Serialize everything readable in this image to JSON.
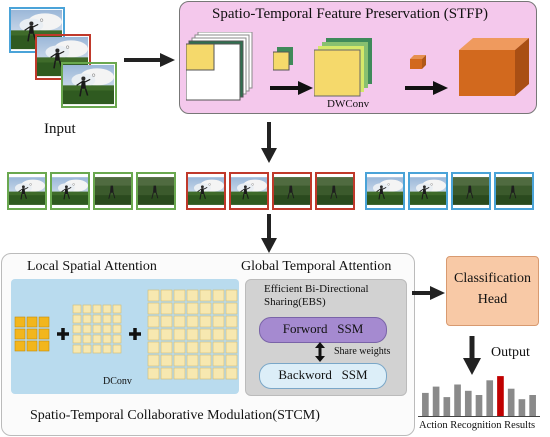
{
  "input": {
    "label": "Input"
  },
  "stfp": {
    "title": "Spatio-Temporal Feature Preservation (STFP)",
    "dwconv_label": "DWConv"
  },
  "stcm": {
    "title": "Spatio-Temporal Collaborative Modulation(STCM)",
    "local": {
      "title": "Local Spatial Attention",
      "dconv_label": "DConv"
    },
    "global": {
      "title": "Global Temporal Attention",
      "ebs_title_line1": "Efficient Bi-Directional",
      "ebs_title_line2": "Sharing(EBS)",
      "forward_label": "Forword   SSM",
      "backward_label": "Backword   SSM",
      "share_label": "Share weights"
    }
  },
  "head": {
    "line1": "Classification",
    "line2": "Head"
  },
  "output": {
    "label": "Output",
    "result_label": "Action Recognition Results"
  },
  "colors": {
    "stfp_bg": "#f4c8ec",
    "local_bg": "#b9dbee",
    "global_bg": "#d2d2d2",
    "head_bg": "#f8c9a6",
    "forward_pill": "#a58ad0",
    "backward_pill": "#dceef8",
    "frame_blue": "#4aa3d8",
    "frame_red": "#c0392b",
    "frame_green": "#6aa84f",
    "cube_orange": "#d2691e",
    "cube_yellow": "#f5d96b",
    "grid_small": "#f2b61c",
    "grid_cell": "#f7e8b0",
    "bar_gray": "#8a8a8a",
    "bar_red": "#c00000"
  },
  "output_bars": {
    "values": [
      0.55,
      0.7,
      0.45,
      0.75,
      0.6,
      0.5,
      0.85,
      0.95,
      0.65,
      0.4,
      0.5
    ],
    "highlight_index": 7
  }
}
